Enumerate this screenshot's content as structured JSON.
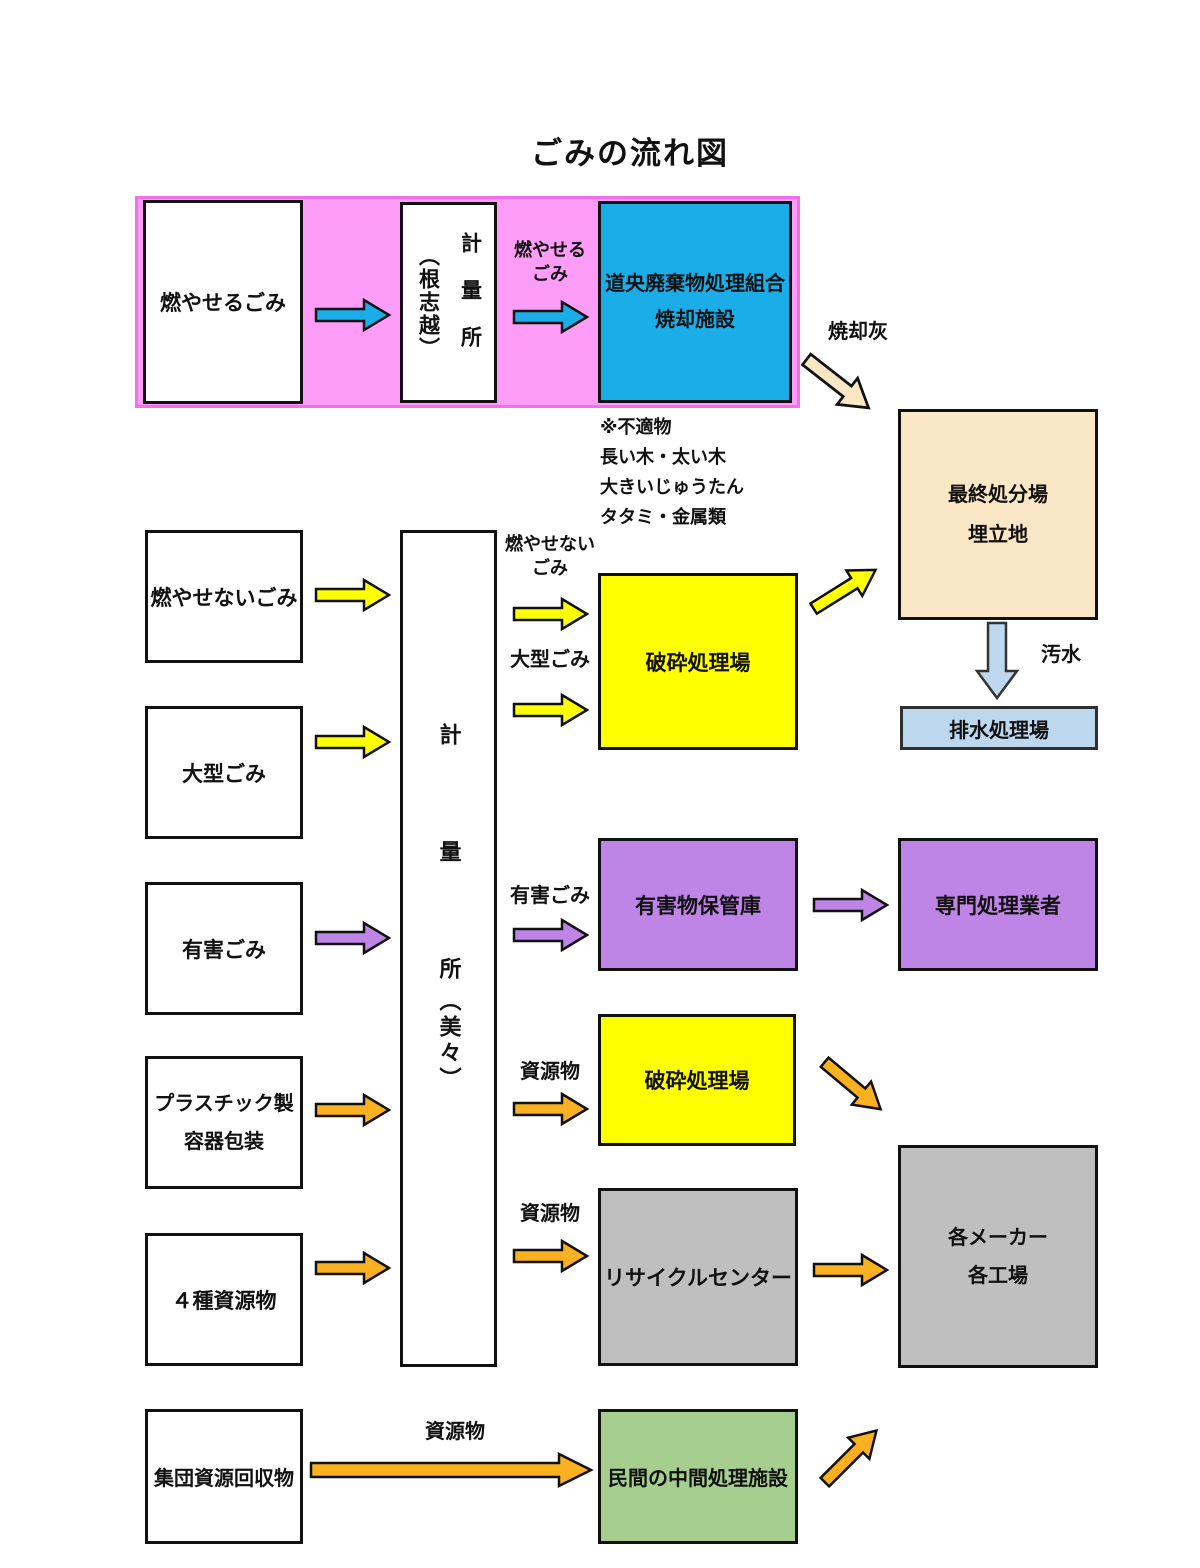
{
  "title": "ごみの流れ図",
  "colors": {
    "pink": "#fe9df7",
    "pink_border": "#f36fe9",
    "blue": "#1aade8",
    "yellow": "#ffff00",
    "purple": "#bf85e6",
    "orange": "#f9b021",
    "cream": "#fae7c5",
    "light_blue": "#bdd7ee",
    "gray": "#bfbfbf",
    "green": "#a6ce8e",
    "outline": "#111111"
  },
  "nodes": {
    "burnable": "燃やせるごみ",
    "station1_main": "計量所",
    "station1_sub": "（根志越）",
    "incinerator_line1": "道央廃棄物処理組合",
    "incinerator_line2": "焼却施設",
    "landfill_line1": "最終処分場",
    "landfill_line2": "埋立地",
    "drainage_plant": "排水処理場",
    "nonburnable": "燃やせないごみ",
    "oversized": "大型ごみ",
    "hazardous": "有害ごみ",
    "plastic_line1": "プラスチック製",
    "plastic_line2": "容器包装",
    "recyclables4": "４種資源物",
    "group_collection": "集団資源回収物",
    "station2_main": "計量所",
    "station2_sub": "（美々）",
    "crushing1": "破砕処理場",
    "hazard_storage": "有害物保管庫",
    "specialist": "専門処理業者",
    "crushing2": "破砕処理場",
    "recycle_center": "リサイクルセンター",
    "makers_line1": "各メーカー",
    "makers_line2": "各工場",
    "private_facility": "民間の中間処理施設"
  },
  "labels": {
    "burnable_line1": "燃やせる",
    "burnable_line2": "ごみ",
    "ash": "焼却灰",
    "sewage": "汚水",
    "nonburnable_line1": "燃やせない",
    "nonburnable_line2": "ごみ",
    "oversized": "大型ごみ",
    "hazardous": "有害ごみ",
    "recyclable1": "資源物",
    "recyclable2": "資源物",
    "recyclable3": "資源物"
  },
  "notes": [
    "※不適物",
    "長い木・太い木",
    "大きいじゅうたん",
    "タタミ・金属類"
  ]
}
